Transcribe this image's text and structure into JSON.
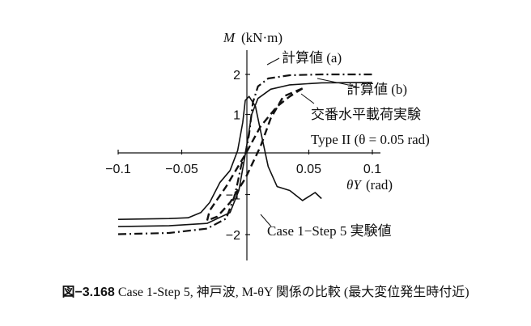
{
  "chart_data": {
    "type": "line",
    "y_axis_label": "M",
    "y_axis_unit": "(kN·m)",
    "x_axis_label": "θY",
    "x_axis_unit": "(rad)",
    "xlim": [
      -0.1,
      0.1
    ],
    "ylim": [
      -2.6,
      2.6
    ],
    "x_ticks": [
      -0.1,
      -0.05,
      0.05,
      0.1
    ],
    "x_tick_labels": [
      "−0.1",
      "−0.05",
      "0.05",
      "0.1"
    ],
    "y_ticks": [
      2,
      1,
      -1,
      -2
    ],
    "y_tick_labels": [
      "2",
      "1",
      "−1",
      "−2"
    ],
    "grid": false,
    "series": [
      {
        "name": "計算値 (a)",
        "style": "dash-dot",
        "points": [
          [
            -0.1,
            -1.99
          ],
          [
            -0.06,
            -1.96
          ],
          [
            -0.03,
            -1.85
          ],
          [
            -0.015,
            -1.6
          ],
          [
            -0.008,
            -1.0
          ],
          [
            -0.003,
            -0.25
          ],
          [
            0.0,
            0.0
          ],
          [
            0.003,
            0.5
          ],
          [
            0.006,
            1.3
          ],
          [
            0.01,
            1.7
          ],
          [
            0.018,
            1.9
          ],
          [
            0.035,
            1.98
          ],
          [
            0.06,
            2.0
          ],
          [
            0.1,
            2.0
          ]
        ]
      },
      {
        "name": "計算値 (b)",
        "style": "solid",
        "points": [
          [
            -0.1,
            -1.8
          ],
          [
            -0.06,
            -1.78
          ],
          [
            -0.03,
            -1.72
          ],
          [
            -0.012,
            -1.45
          ],
          [
            -0.005,
            -0.9
          ],
          [
            0.0,
            0.0
          ],
          [
            0.005,
            1.0
          ],
          [
            0.01,
            1.4
          ],
          [
            0.02,
            1.63
          ],
          [
            0.035,
            1.74
          ],
          [
            0.06,
            1.79
          ],
          [
            0.1,
            1.8
          ]
        ]
      },
      {
        "name": "交番水平載荷実験",
        "style": "dashed",
        "points": [
          [
            0.045,
            1.65
          ],
          [
            0.03,
            1.45
          ],
          [
            0.02,
            0.9
          ],
          [
            0.012,
            0.2
          ],
          [
            0.0,
            -0.6
          ],
          [
            -0.012,
            -1.2
          ],
          [
            -0.022,
            -1.55
          ],
          [
            -0.03,
            -1.65
          ],
          [
            -0.028,
            -1.4
          ],
          [
            -0.015,
            -0.8
          ],
          [
            0.0,
            0.0
          ],
          [
            0.012,
            0.7
          ],
          [
            0.025,
            1.2
          ],
          [
            0.035,
            1.45
          ],
          [
            0.045,
            1.65
          ]
        ]
      },
      {
        "name": "Case 1−Step 5 実験値",
        "style": "solid",
        "points": [
          [
            -0.1,
            -1.62
          ],
          [
            -0.06,
            -1.6
          ],
          [
            -0.045,
            -1.58
          ],
          [
            -0.035,
            -1.45
          ],
          [
            -0.028,
            -1.2
          ],
          [
            -0.02,
            -0.7
          ],
          [
            -0.012,
            -0.4
          ],
          [
            -0.006,
            0.1
          ],
          [
            -0.002,
            0.8
          ],
          [
            0.0,
            1.35
          ],
          [
            0.003,
            1.45
          ],
          [
            0.008,
            1.2
          ],
          [
            0.012,
            0.6
          ],
          [
            0.018,
            -0.3
          ],
          [
            0.025,
            -0.8
          ],
          [
            0.035,
            -0.9
          ],
          [
            0.045,
            -1.15
          ],
          [
            0.055,
            -0.95
          ],
          [
            0.06,
            -1.1
          ]
        ]
      }
    ]
  },
  "annotations": {
    "calc_a": "計算値 (a)",
    "calc_b": "計算値 (b)",
    "cyclic": "交番水平載荷実験",
    "type_line": "Type II (θ = 0.05 rad)",
    "case": "Case 1−Step 5 実験値"
  },
  "caption": {
    "number": "図−3.168",
    "text": "Case 1-Step 5, 神戸波, M-θY 関係の比較 (最大変位発生時付近)"
  }
}
